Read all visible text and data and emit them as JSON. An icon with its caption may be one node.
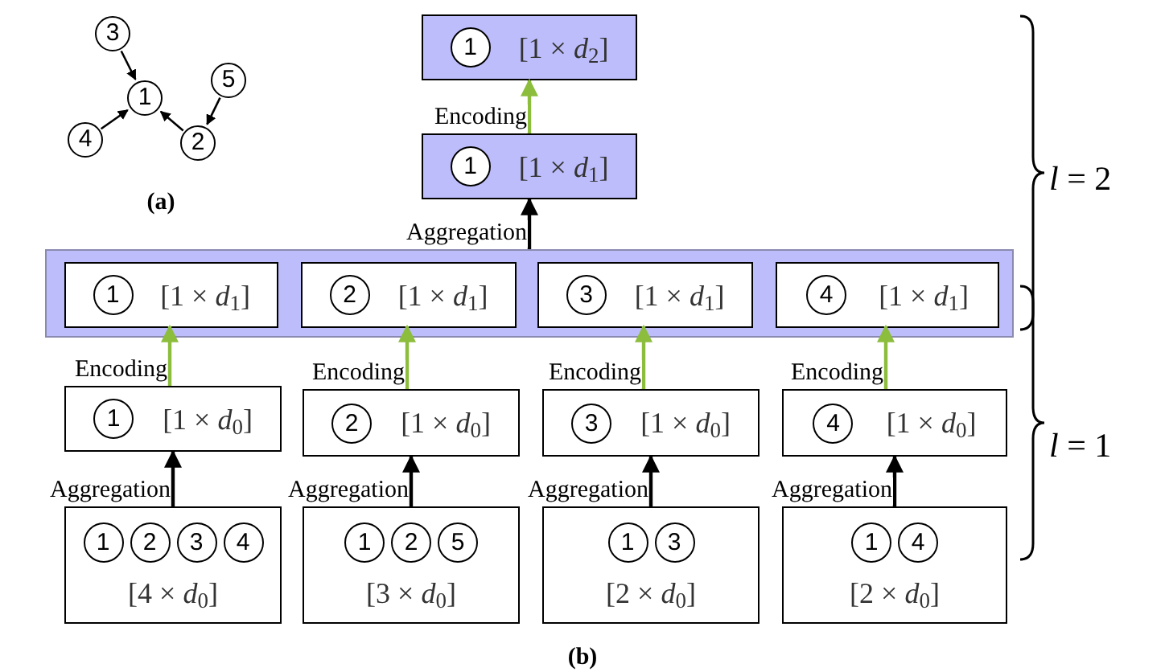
{
  "diagram": {
    "nodes": [
      {
        "text": [
          "3"
        ]
      },
      {
        "text": [
          "1"
        ]
      },
      {
        "text": [
          "5"
        ]
      },
      {
        "text": [
          "4"
        ]
      },
      {
        "text": [
          "2"
        ]
      },
      {
        "text": [
          "1",
          "[1 × *d*$_{2}$]"
        ]
      },
      {
        "text": [
          "1",
          "[1 × *d*$_{1}$]"
        ]
      },
      {
        "text": [],
        "shape": "box"
      },
      {
        "text": [
          "1",
          "[1 × *d*$_{1}$]"
        ],
        "in": 7
      },
      {
        "text": [
          "2",
          "[1 × *d*$_{1}$]"
        ],
        "in": 7
      },
      {
        "text": [
          "3",
          "[1 × *d*$_{1}$]"
        ],
        "in": 7
      },
      {
        "text": [
          "4",
          "[1 × *d*$_{1}$]"
        ],
        "in": 7
      },
      {
        "text": [
          "1",
          "[1 × *d*$_{0}$]"
        ]
      },
      {
        "text": [
          "2",
          "[1 × *d*$_{0}$]"
        ]
      },
      {
        "text": [
          "3",
          "[1 × *d*$_{0}$]"
        ]
      },
      {
        "text": [
          "4",
          "[1 × *d*$_{0}$]"
        ]
      },
      {
        "text": [
          "1",
          "2",
          "3",
          "4",
          "[4 × *d*$_{0}$]"
        ]
      },
      {
        "text": [
          "1",
          "2",
          "5",
          "[3 × *d*$_{0}$]"
        ]
      },
      {
        "text": [
          "1",
          "3",
          "[2 × *d*$_{0}$]"
        ]
      },
      {
        "text": [
          "1",
          "4",
          "[2 × *d*$_{0}$]"
        ]
      }
    ],
    "edges": [
      {
        "from": 0,
        "to": 1,
        "arrow": "to"
      },
      {
        "from": 3,
        "to": 1,
        "arrow": "to"
      },
      {
        "from": 4,
        "to": 1,
        "arrow": "to"
      },
      {
        "from": 2,
        "to": 4,
        "arrow": "to"
      },
      {
        "from": 6,
        "to": 5,
        "arrow": "to",
        "label": "Encoding",
        "color": "#8cbd3c"
      },
      {
        "from": 7,
        "to": 6,
        "arrow": "to",
        "label": "Aggregation"
      },
      {
        "from": 12,
        "to": 8,
        "arrow": "to",
        "label": "Encoding",
        "color": "#8cbd3c"
      },
      {
        "from": 13,
        "to": 9,
        "arrow": "to",
        "label": "Encoding",
        "color": "#8cbd3c"
      },
      {
        "from": 14,
        "to": 10,
        "arrow": "to",
        "label": "Encoding",
        "color": "#8cbd3c"
      },
      {
        "from": 15,
        "to": 11,
        "arrow": "to",
        "label": "Encoding",
        "color": "#8cbd3c"
      },
      {
        "from": 16,
        "to": 12,
        "arrow": "to",
        "label": "Aggregation"
      },
      {
        "from": 17,
        "to": 13,
        "arrow": "to",
        "label": "Aggregation"
      },
      {
        "from": 18,
        "to": 14,
        "arrow": "to",
        "label": "Aggregation"
      },
      {
        "from": 19,
        "to": 15,
        "arrow": "to",
        "label": "Aggregation"
      }
    ],
    "labels": [
      "(a)",
      "*l* = 2",
      "*l* = 1",
      "(b)"
    ]
  }
}
